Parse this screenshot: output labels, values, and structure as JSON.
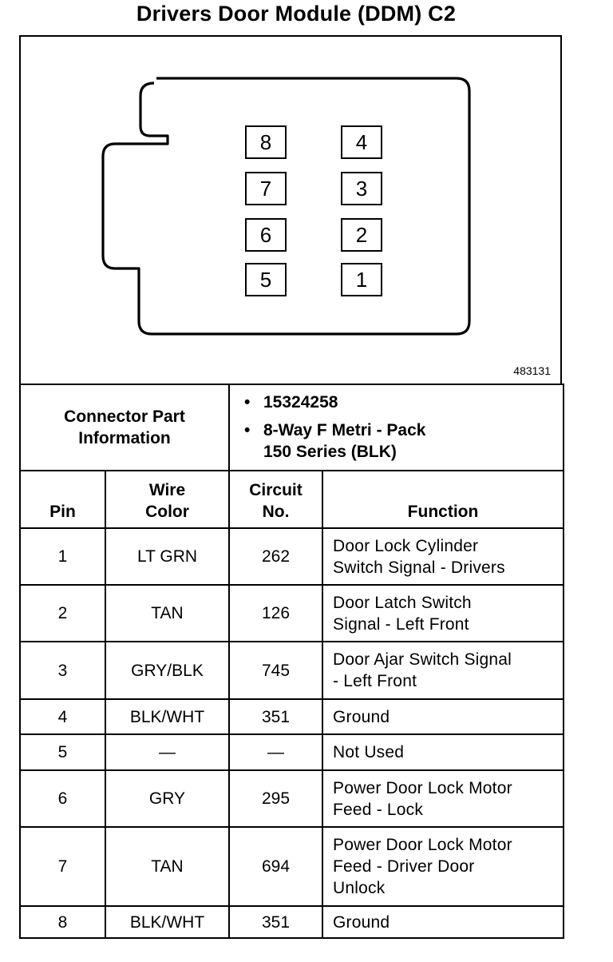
{
  "title": "Drivers Door Module (DDM) C2",
  "figure_number": "483131",
  "connector_pins": [
    "8",
    "7",
    "6",
    "5",
    "4",
    "3",
    "2",
    "1"
  ],
  "connector_info": {
    "label_line1": "Connector Part",
    "label_line2": "Information",
    "bullet": "•",
    "part_number": "15324258",
    "type_line1": "8-Way F Metri - Pack",
    "type_line2": "150 Series (BLK)"
  },
  "table": {
    "headers": {
      "pin": "Pin",
      "wire_line1": "Wire",
      "wire_line2": "Color",
      "circuit_line1": "Circuit",
      "circuit_line2": "No.",
      "function": "Function"
    },
    "rows": [
      {
        "pin": "1",
        "color": "LT GRN",
        "circuit": "262",
        "func": [
          "Door Lock Cylinder",
          "Switch Signal - Drivers"
        ]
      },
      {
        "pin": "2",
        "color": "TAN",
        "circuit": "126",
        "func": [
          "Door Latch Switch",
          "Signal - Left Front"
        ]
      },
      {
        "pin": "3",
        "color": "GRY/BLK",
        "circuit": "745",
        "func": [
          "Door Ajar Switch Signal",
          "- Left Front"
        ]
      },
      {
        "pin": "4",
        "color": "BLK/WHT",
        "circuit": "351",
        "func": [
          "Ground"
        ]
      },
      {
        "pin": "5",
        "color": "—",
        "circuit": "—",
        "func": [
          "Not Used"
        ]
      },
      {
        "pin": "6",
        "color": "GRY",
        "circuit": "295",
        "func": [
          "Power Door Lock Motor",
          "Feed - Lock"
        ]
      },
      {
        "pin": "7",
        "color": "TAN",
        "circuit": "694",
        "func": [
          "Power Door Lock Motor",
          "Feed - Driver Door",
          "Unlock"
        ]
      },
      {
        "pin": "8",
        "color": "BLK/WHT",
        "circuit": "351",
        "func": [
          "Ground"
        ]
      }
    ]
  }
}
